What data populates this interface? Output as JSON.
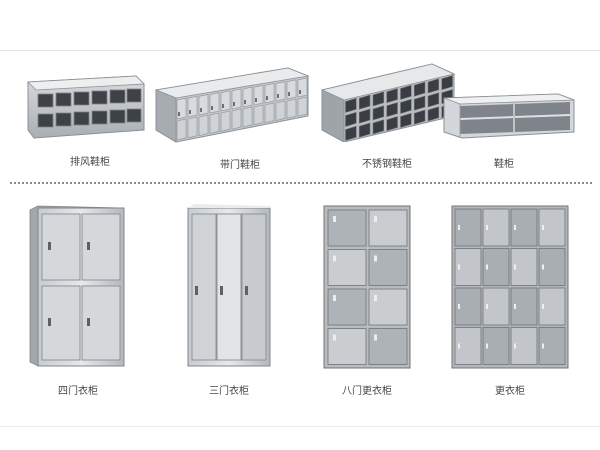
{
  "products": {
    "row1": [
      {
        "id": "exhaust-shoe-cabinet",
        "label": "排风鞋柜"
      },
      {
        "id": "door-shoe-cabinet",
        "label": "带门鞋柜"
      },
      {
        "id": "stainless-shoe-cabinet",
        "label": "不锈钢鞋柜"
      },
      {
        "id": "shoe-cabinet",
        "label": "鞋柜"
      }
    ],
    "row2": [
      {
        "id": "four-door-wardrobe",
        "label": "四门衣柜"
      },
      {
        "id": "three-door-wardrobe",
        "label": "三门衣柜"
      },
      {
        "id": "eight-door-locker",
        "label": "八门更衣柜"
      },
      {
        "id": "locker",
        "label": "更衣柜"
      }
    ]
  }
}
